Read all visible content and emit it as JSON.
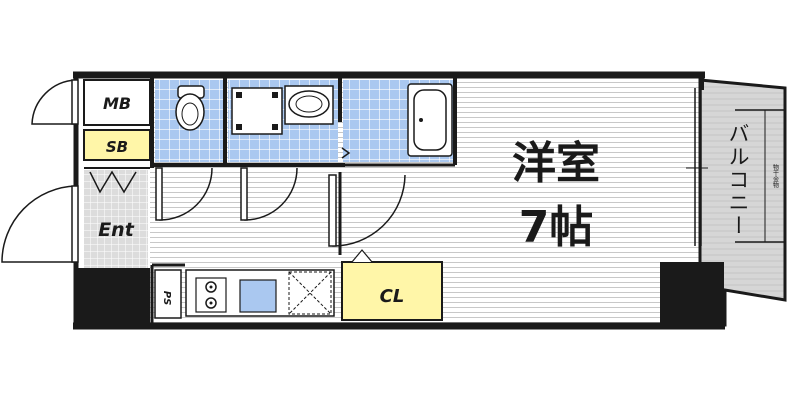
{
  "rooms": {
    "mb": "MB",
    "sb": "SB",
    "ent": "Ent",
    "ps": "PS",
    "cl": "CL",
    "western_room_name": "洋室",
    "western_room_size": "7帖"
  },
  "balcony": {
    "label": "バルコニー",
    "small_note": "物干金物"
  },
  "colors": {
    "wall": "#1a1a1a",
    "tile_blue": "#aac8f0",
    "storage_yellow": "#fff6a8",
    "balcony_gray": "#d6d6d6",
    "entry_gray": "#dcdcdc",
    "floor_line": "#bdbdbd"
  }
}
